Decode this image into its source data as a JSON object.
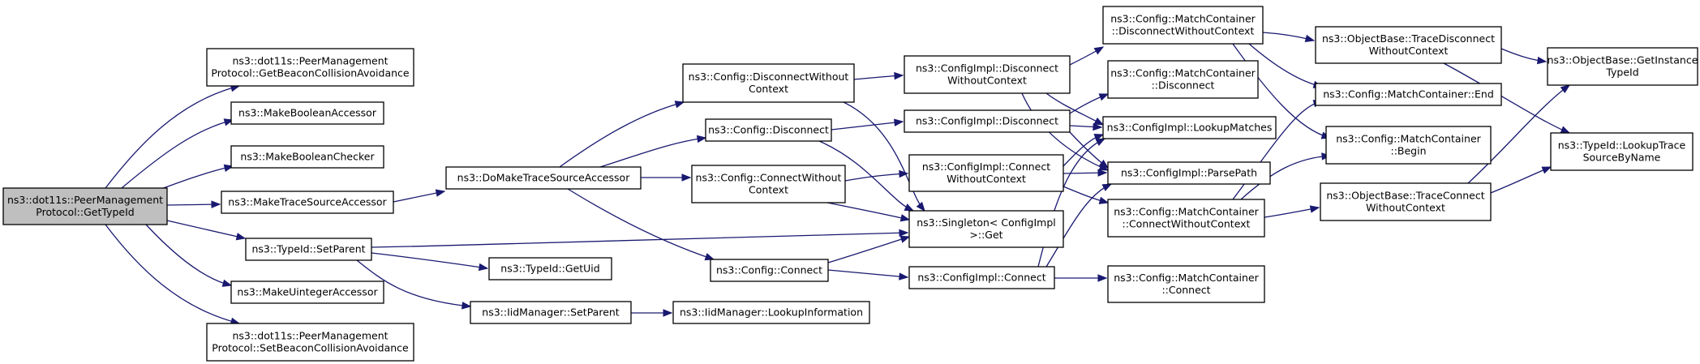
{
  "nodes": {
    "root": [
      "ns3::dot11s::PeerManagement",
      "Protocol::GetTypeId"
    ],
    "getBeacon": [
      "ns3::dot11s::PeerManagement",
      "Protocol::GetBeaconCollisionAvoidance"
    ],
    "makeBoolAcc": [
      "ns3::MakeBooleanAccessor"
    ],
    "makeBoolChk": [
      "ns3::MakeBooleanChecker"
    ],
    "makeTraceAcc": [
      "ns3::MakeTraceSourceAccessor"
    ],
    "setParent": [
      "ns3::TypeId::SetParent"
    ],
    "makeUintAcc": [
      "ns3::MakeUintegerAccessor"
    ],
    "setBeacon": [
      "ns3::dot11s::PeerManagement",
      "Protocol::SetBeaconCollisionAvoidance"
    ],
    "doMake": [
      "ns3::DoMakeTraceSourceAccessor"
    ],
    "getUid": [
      "ns3::TypeId::GetUid"
    ],
    "iidSetParent": [
      "ns3::IidManager::SetParent"
    ],
    "lookupInfo": [
      "ns3::IidManager::LookupInformation"
    ],
    "cfgDiscWO": [
      "ns3::Config::DisconnectWithout",
      "Context"
    ],
    "cfgDisc": [
      "ns3::Config::Disconnect"
    ],
    "cfgConnWO": [
      "ns3::Config::ConnectWithout",
      "Context"
    ],
    "cfgConn": [
      "ns3::Config::Connect"
    ],
    "implDiscWO": [
      "ns3::ConfigImpl::Disconnect",
      "WithoutContext"
    ],
    "implDisc": [
      "ns3::ConfigImpl::Disconnect"
    ],
    "implConnWO": [
      "ns3::ConfigImpl::Connect",
      "WithoutContext"
    ],
    "singleton": [
      "ns3::Singleton< ConfigImpl",
      ">::Get"
    ],
    "implConn": [
      "ns3::ConfigImpl::Connect"
    ],
    "mcDiscWO": [
      "ns3::Config::MatchContainer",
      "::DisconnectWithoutContext"
    ],
    "mcDisc": [
      "ns3::Config::MatchContainer",
      "::Disconnect"
    ],
    "lookupMatches": [
      "ns3::ConfigImpl::LookupMatches"
    ],
    "parsePath": [
      "ns3::ConfigImpl::ParsePath"
    ],
    "mcConnWO": [
      "ns3::Config::MatchContainer",
      "::ConnectWithoutContext"
    ],
    "mcConn": [
      "ns3::Config::MatchContainer",
      "::Connect"
    ],
    "obTraceDisc": [
      "ns3::ObjectBase::TraceDisconnect",
      "WithoutContext"
    ],
    "mcEnd": [
      "ns3::Config::MatchContainer::End"
    ],
    "mcBegin": [
      "ns3::Config::MatchContainer",
      "::Begin"
    ],
    "obTraceConn": [
      "ns3::ObjectBase::TraceConnect",
      "WithoutContext"
    ],
    "obGetInst": [
      "ns3::ObjectBase::GetInstance",
      "TypeId"
    ],
    "lookupTrace": [
      "ns3::TypeId::LookupTrace",
      "SourceByName"
    ]
  },
  "colors": {
    "edge": "#191970",
    "node_fill": "#ffffff",
    "root_fill": "#bfbfbf",
    "border": "#000000"
  }
}
